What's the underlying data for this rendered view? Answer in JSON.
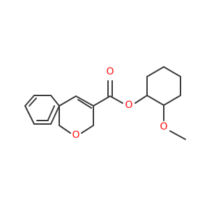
{
  "molecule": {
    "atoms": [
      {
        "id": "O_carbonyl",
        "label": "O",
        "color": "#ff0d0d"
      },
      {
        "id": "O_ester",
        "label": "O",
        "color": "#ff0d0d"
      },
      {
        "id": "O_ring",
        "label": "O",
        "color": "#ff0d0d"
      },
      {
        "id": "O_methoxy",
        "label": "O",
        "color": "#ff0d0d"
      }
    ],
    "bond_color": "#3a3a3a"
  }
}
